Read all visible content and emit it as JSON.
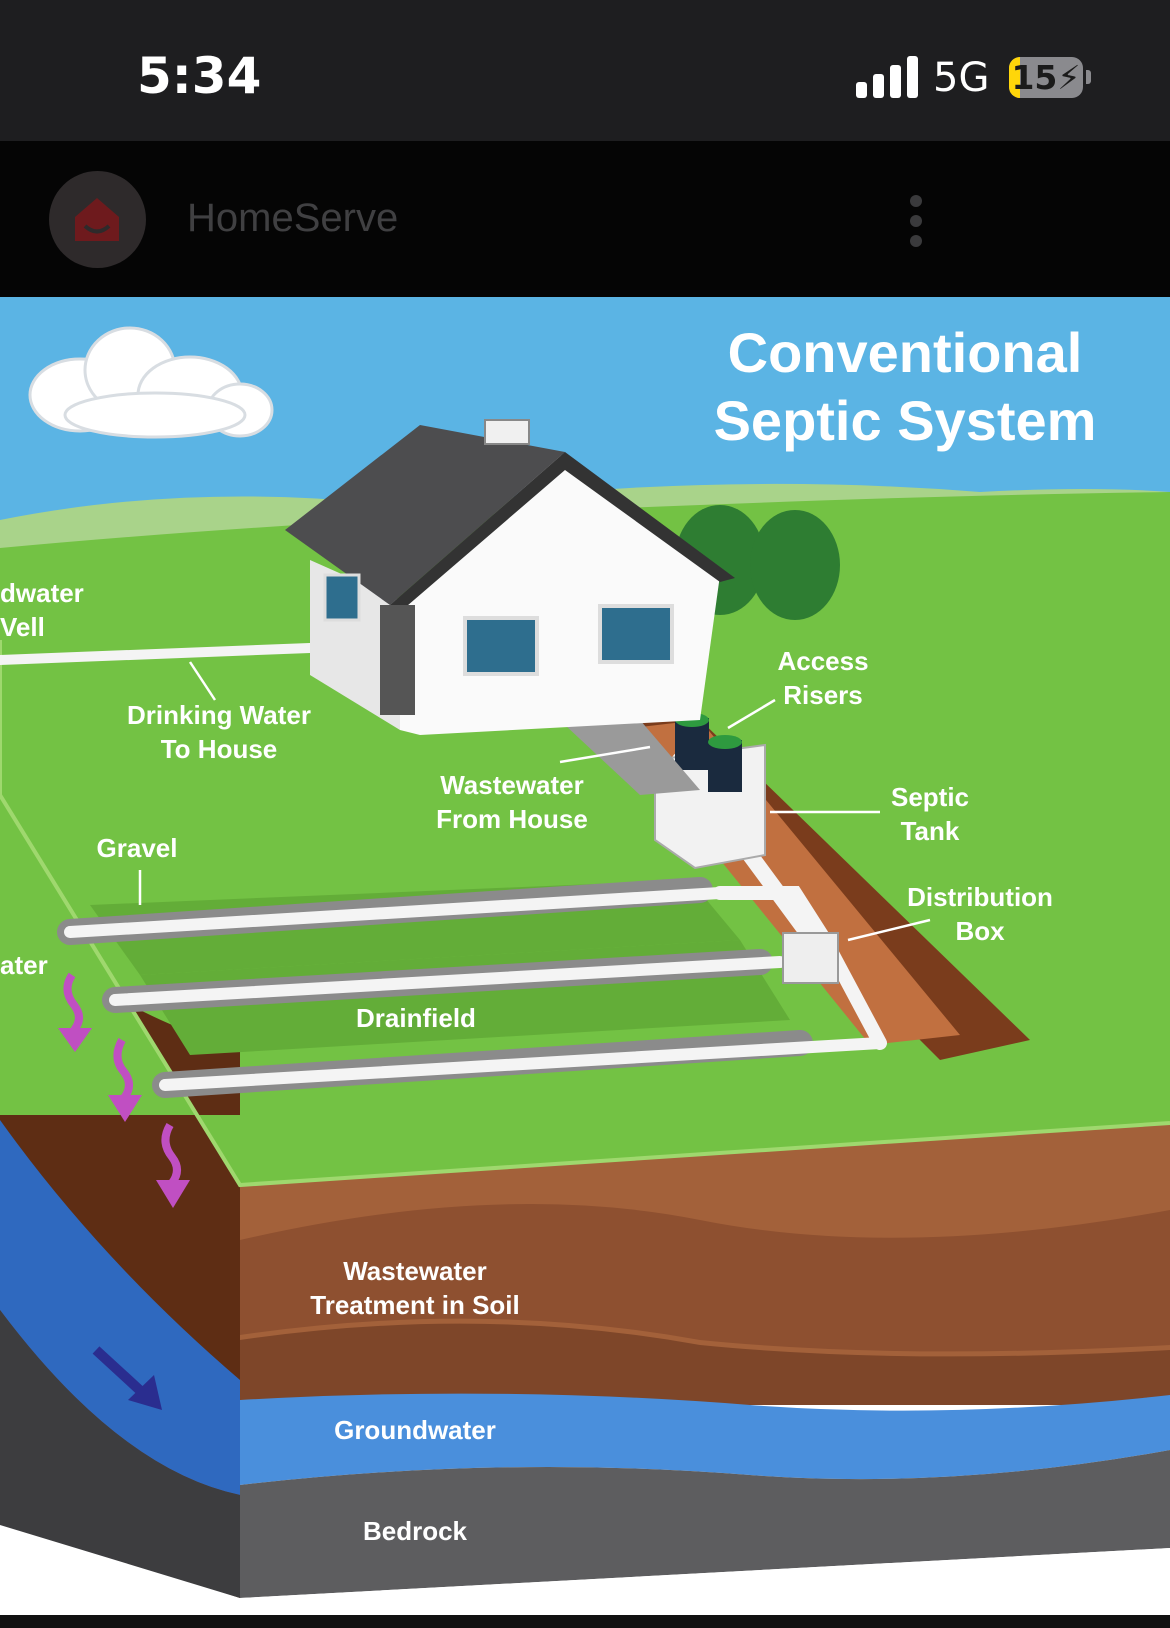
{
  "status_bar": {
    "time": "5:34",
    "network": "5G",
    "battery_percent": "15",
    "battery_level": 0.15,
    "charging": true,
    "signal_icon": "signal-bars-icon",
    "battery_icon": "battery-charging-icon"
  },
  "app_header": {
    "title": "HomeServe",
    "avatar_icon": "homeserve-logo-icon",
    "menu_icon": "more-vertical-icon"
  },
  "diagram": {
    "title_line1": "Conventional",
    "title_line2": "Septic System",
    "labels": {
      "well_line1": "dwater",
      "well_line2": "Vell",
      "drinking_line1": "Drinking Water",
      "drinking_line2": "To House",
      "access_line1": "Access",
      "access_line2": "Risers",
      "wastewater_line1": "Wastewater",
      "wastewater_line2": "From House",
      "septic_line1": "Septic",
      "septic_line2": "Tank",
      "gravel": "Gravel",
      "distribution_line1": "Distribution",
      "distribution_line2": "Box",
      "left_water": "ater",
      "drainfield": "Drainfield",
      "treatment_line1": "Wastewater",
      "treatment_line2": "Treatment in Soil",
      "groundwater": "Groundwater",
      "bedrock": "Bedrock"
    },
    "colors": {
      "sky": "#5bb4e4",
      "grass": "#73c244",
      "soil": "#a3613a",
      "groundwater": "#4a8fdc",
      "bedrock": "#5d5d5f",
      "arrow_purple": "#c04fc2"
    }
  }
}
